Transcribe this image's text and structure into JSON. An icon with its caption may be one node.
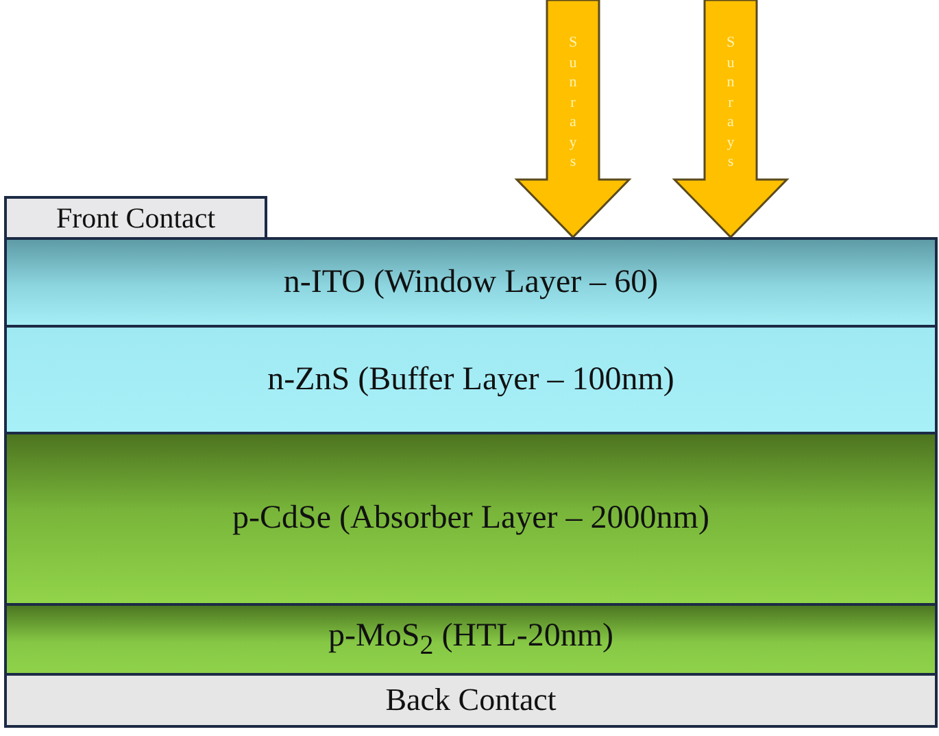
{
  "diagram": {
    "nodes": [
      {
        "text": [
          "Front Contact"
        ]
      },
      {
        "text": [
          "n-ITO (Window Layer – 60)"
        ]
      },
      {
        "text": [
          "n-ZnS (Buffer Layer – 100nm)"
        ]
      },
      {
        "text": [
          "p-CdSe (Absorber Layer – 2000nm)"
        ]
      },
      {
        "text": [
          "p-MoS$_{2}$ (HTL-20nm)"
        ]
      },
      {
        "text": [
          "Back Contact"
        ]
      }
    ],
    "edges": [
      {
        "from": null,
        "to": 1,
        "arrow": "to",
        "label": "Sunrays",
        "style": "thick"
      },
      {
        "from": null,
        "to": 1,
        "arrow": "to",
        "label": "Sunrays",
        "style": "thick"
      }
    ]
  }
}
